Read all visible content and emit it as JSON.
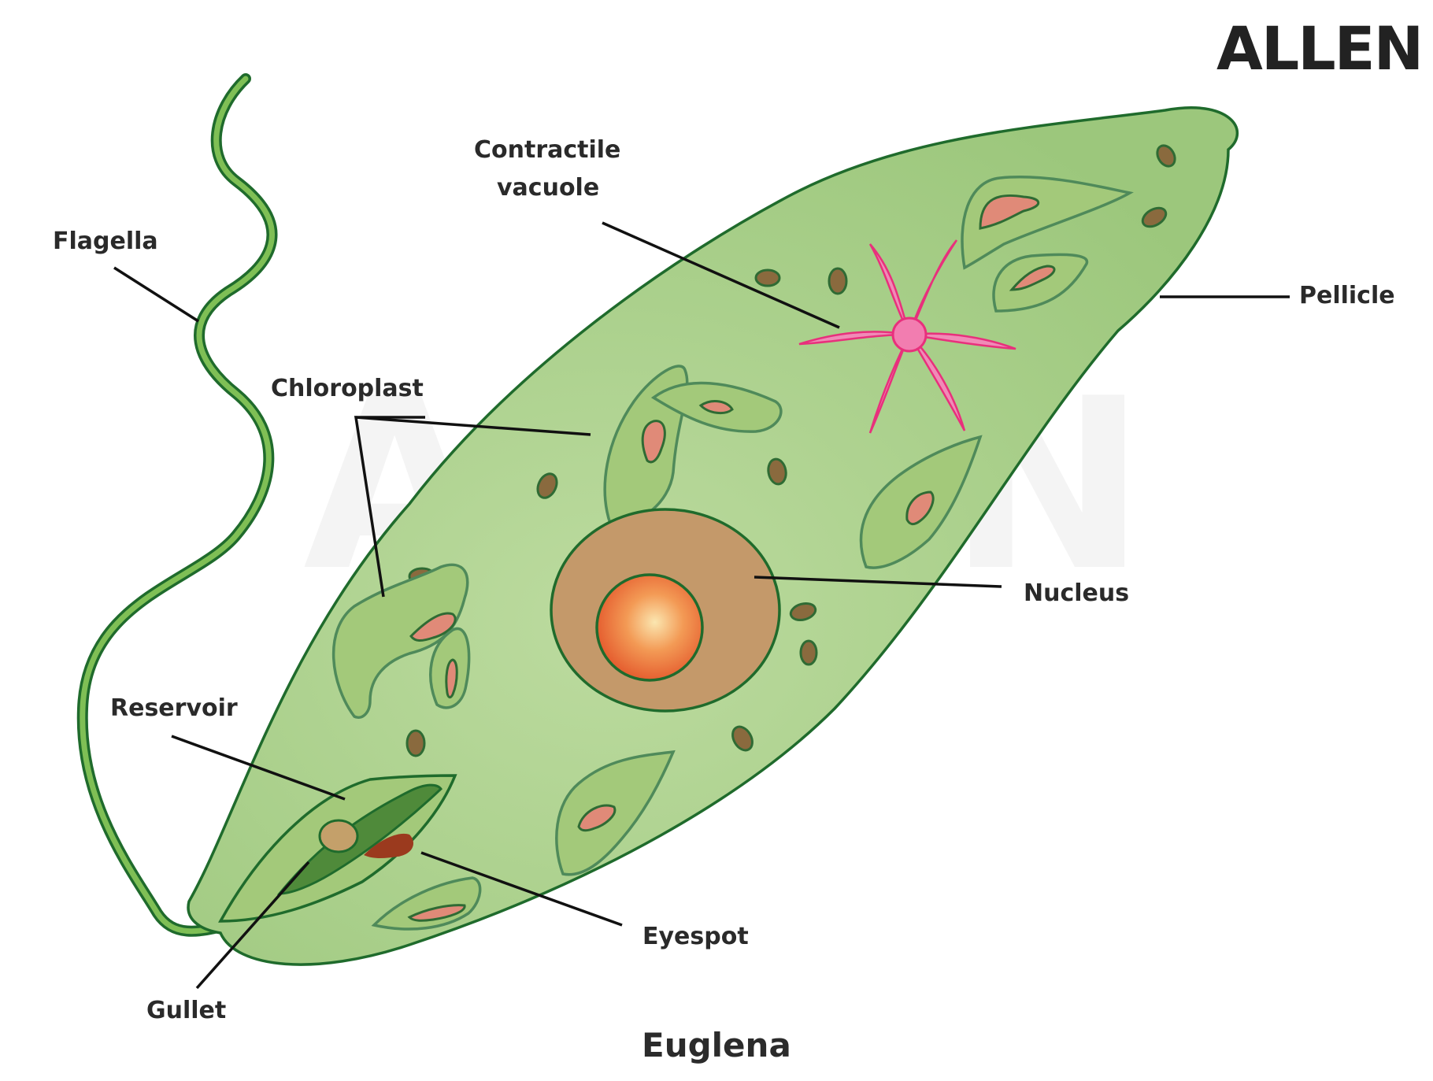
{
  "brand": "ALLEN",
  "watermark": "ALLEN",
  "title": "Euglena",
  "labels": {
    "flagella": "Flagella",
    "contractile_vacuole_line1": "Contractile",
    "contractile_vacuole_line2": "vacuole",
    "pellicle": "Pellicle",
    "chloroplast": "Chloroplast",
    "nucleus": "Nucleus",
    "reservoir": "Reservoir",
    "eyespot": "Eyespot",
    "gullet": "Gullet"
  },
  "colors": {
    "cytoplasm": "#a8cf85",
    "membrane": "#1f6b2c",
    "chloroplast": "#a3c97a",
    "chloroplast_core": "#e08a78",
    "nucleus": "#c4996a",
    "nucleolus": "#e8622b",
    "contractile_vacuole": "#e83e82",
    "eyespot": "#9b3a1e",
    "granule": "#8a6a3e"
  }
}
